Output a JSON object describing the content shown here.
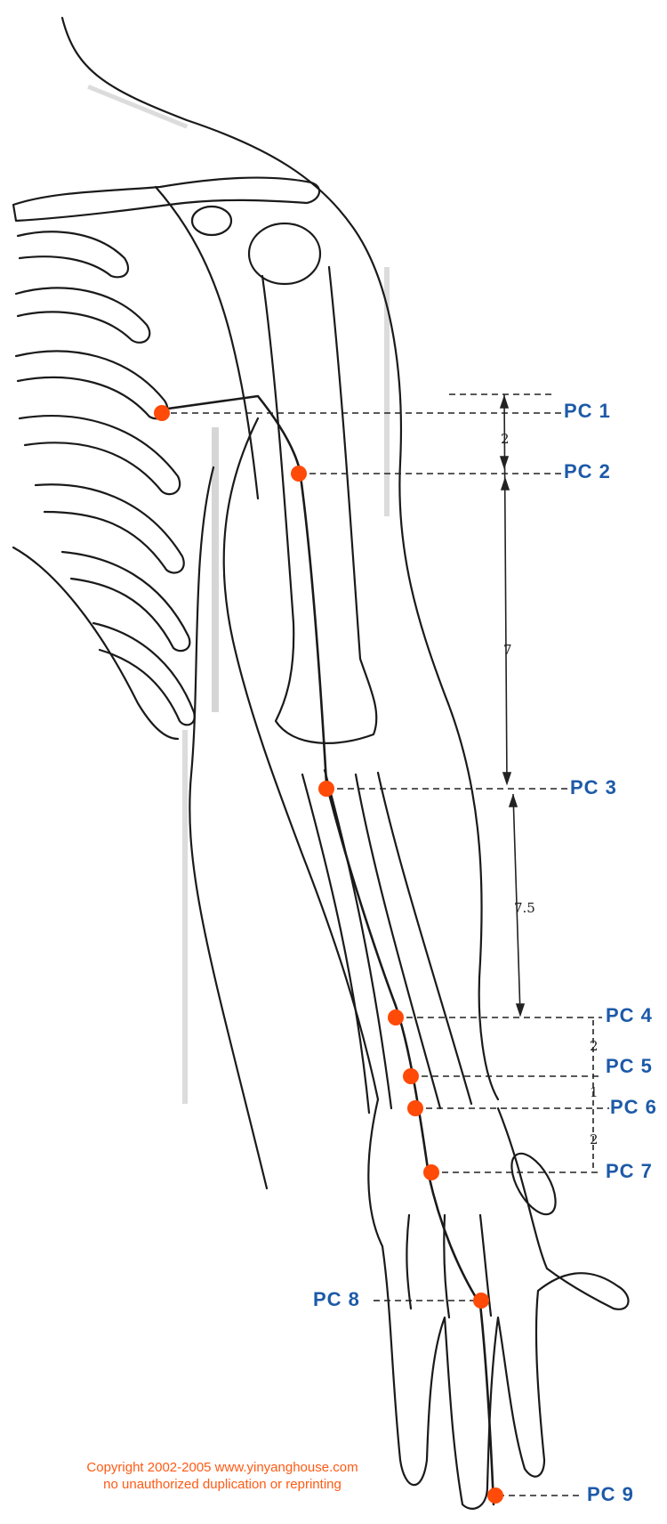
{
  "colors": {
    "point": "#ff4a08",
    "label": "#1d5aa8",
    "copyright": "#ff5a14",
    "ink": "#1a1a1a"
  },
  "points": [
    {
      "id": "PC 1"
    },
    {
      "id": "PC 2"
    },
    {
      "id": "PC 3"
    },
    {
      "id": "PC 4"
    },
    {
      "id": "PC 5"
    },
    {
      "id": "PC 6"
    },
    {
      "id": "PC 7"
    },
    {
      "id": "PC 8"
    },
    {
      "id": "PC 9"
    }
  ],
  "measurements": [
    "2",
    "7",
    "7.5",
    "2",
    "1",
    "2"
  ],
  "copyright": {
    "line1": "Copyright 2002-2005 www.yinyanghouse.com",
    "line2": "no unauthorized duplication or reprinting"
  }
}
